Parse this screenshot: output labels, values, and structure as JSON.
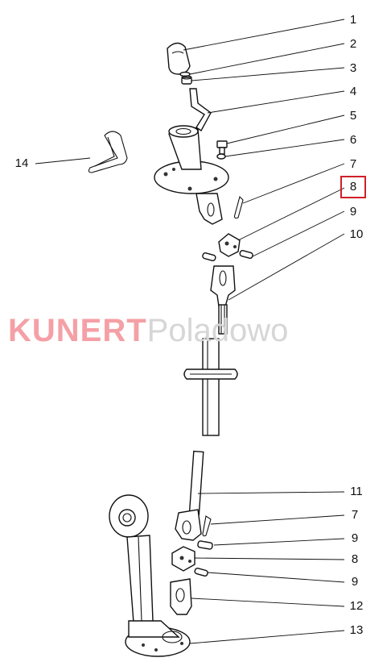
{
  "labels": {
    "l1": "1",
    "l2": "2",
    "l3": "3",
    "l4": "4",
    "l5": "5",
    "l6": "6",
    "l7": "7",
    "l8": "8",
    "l9": "9",
    "l10": "10",
    "l14": "14",
    "l11": "11",
    "l7b": "7",
    "l9b": "9",
    "l8b": "8",
    "l9c": "9",
    "l12": "12",
    "l13": "13"
  },
  "watermark": {
    "brand": "KUNERT",
    "location": "Poladowo"
  },
  "highlight_color": "#d0202a",
  "watermark_colors": {
    "brand": "#f4a0a6",
    "location": "#d6d6d6"
  }
}
